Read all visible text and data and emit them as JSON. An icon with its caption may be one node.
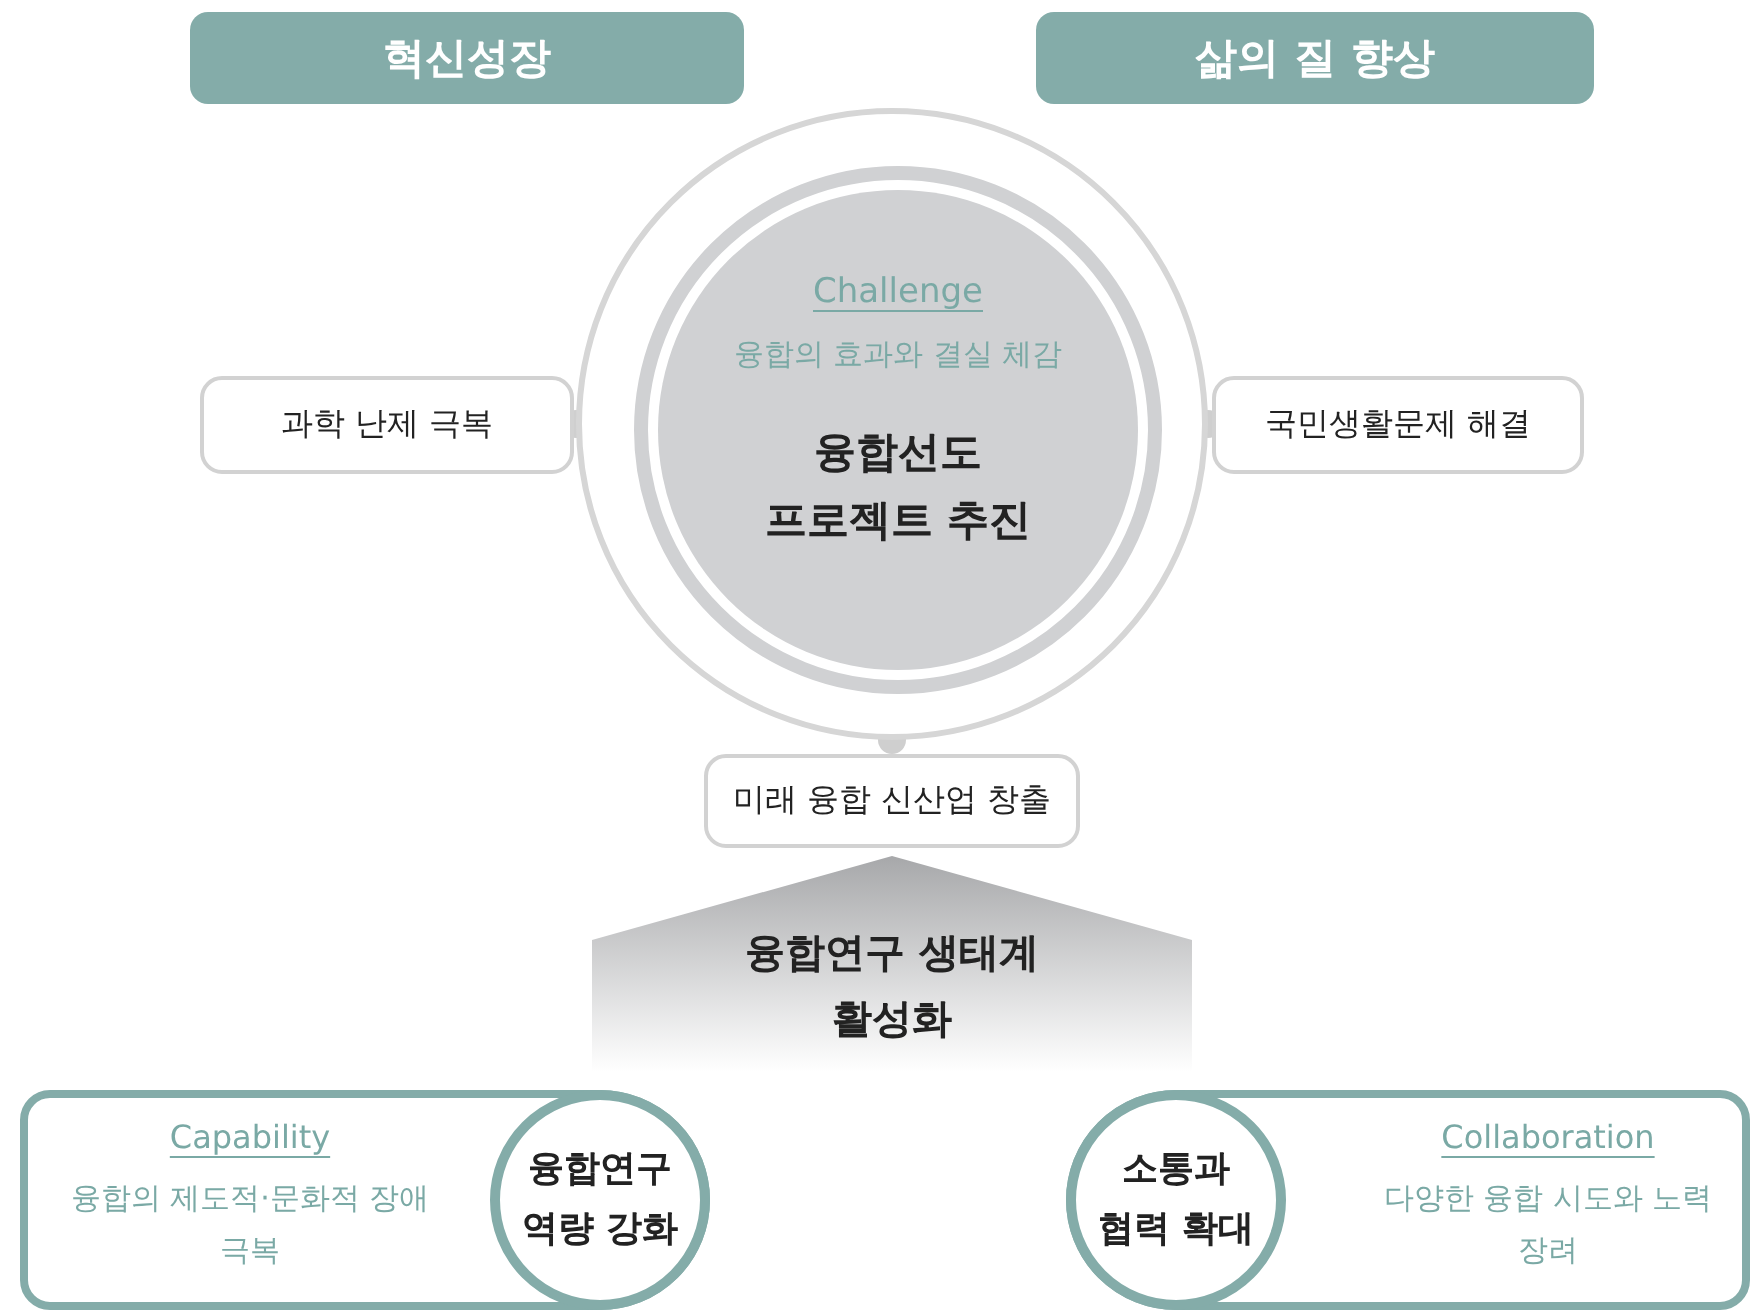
{
  "diagram": {
    "nodes": [
      {
        "text": [
          "혁신성장"
        ]
      },
      {
        "text": [
          "삶의 질 향상"
        ]
      },
      {
        "text": [],
        "shape": "circle"
      },
      {
        "text": [
          "Challenge",
          "융합의 효과와 결실 체감",
          "융합선도 프로젝트 추진"
        ],
        "in": 2
      },
      {
        "text": [
          "과학 난제 극복"
        ]
      },
      {
        "text": [
          "국민생활문제 해결"
        ]
      },
      {
        "text": [
          "미래 융합 신산업 창출"
        ]
      },
      {
        "text": [
          "Capability",
          "융합의 제도적·문화적 장애 극복"
        ]
      },
      {
        "text": [
          "융합연구 역량 강화"
        ],
        "in": 7
      },
      {
        "text": [
          "Collaboration",
          "다양한 융합 시도와 노력 장려"
        ]
      },
      {
        "text": [
          "소통과 협력 확대"
        ],
        "in": 9
      }
    ],
    "edges": [
      {
        "from": null,
        "to": 6,
        "arrow": "to",
        "label": "융합연구 생태계 활성화"
      }
    ]
  }
}
